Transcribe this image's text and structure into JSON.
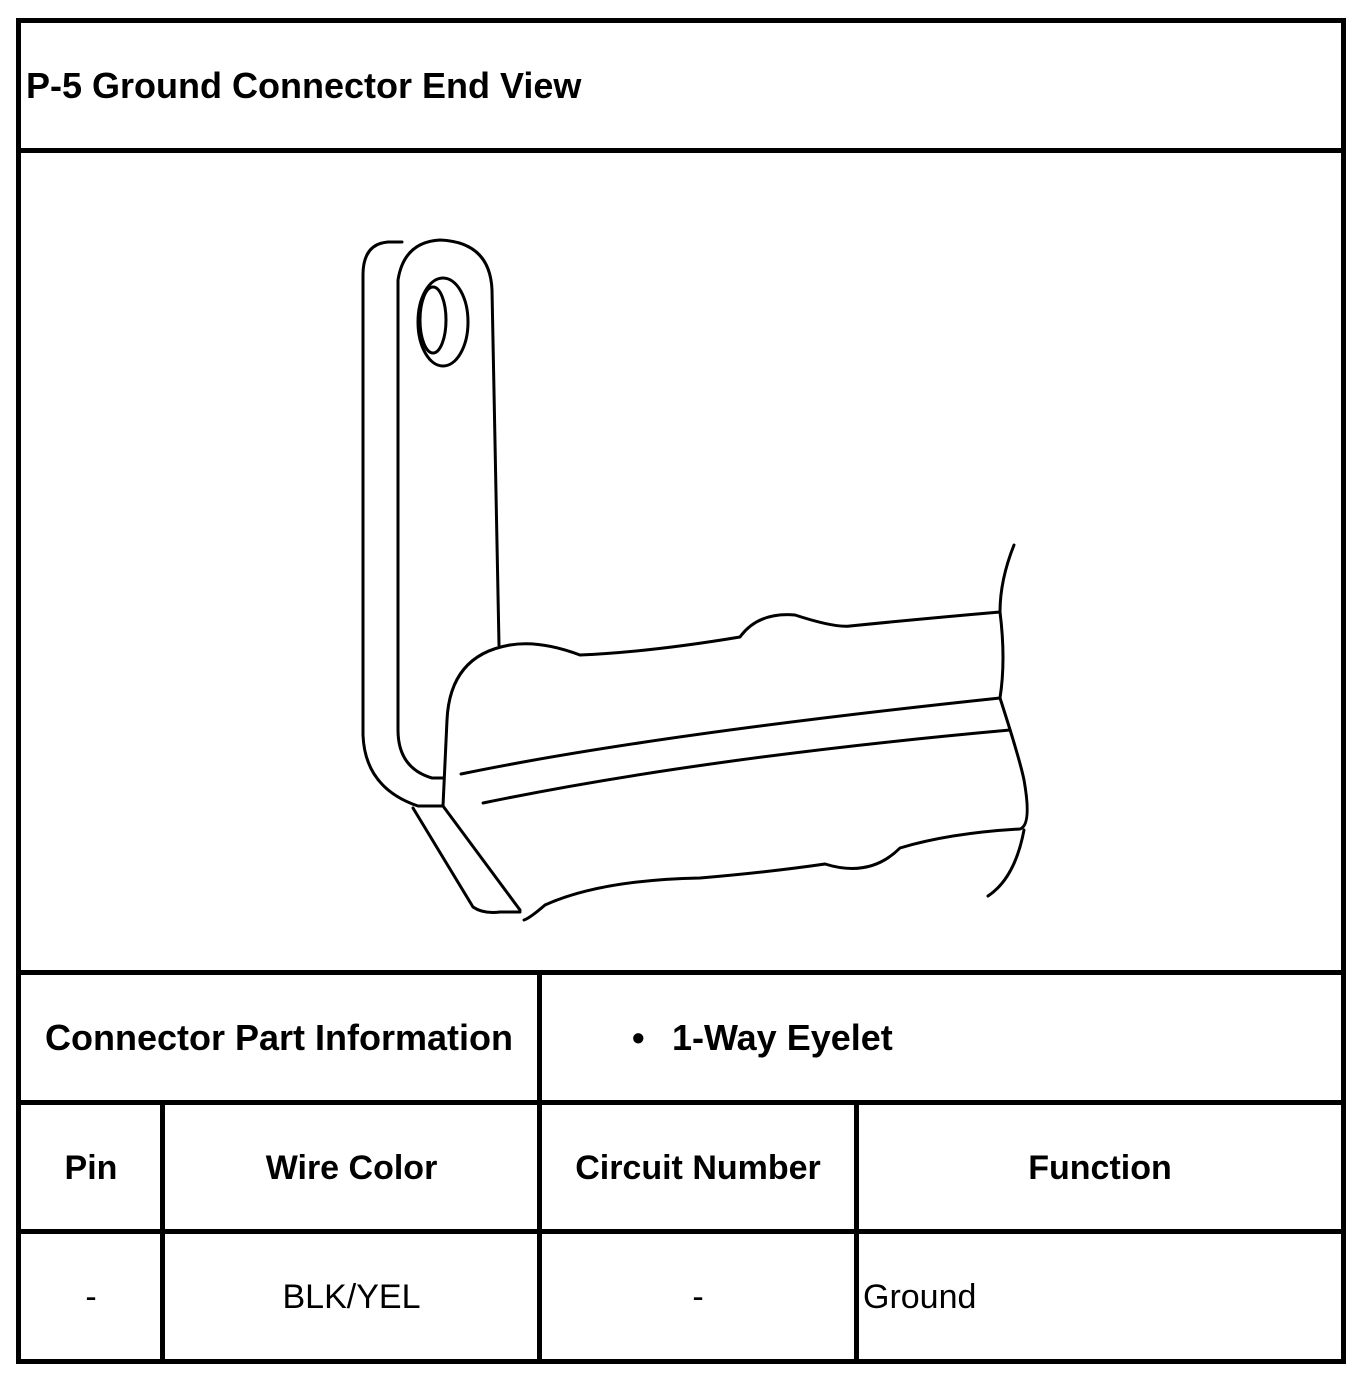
{
  "title": "P-5 Ground Connector End View",
  "connector_info": {
    "label": "Connector Part Information",
    "bullet": "•",
    "value": "1-Way Eyelet"
  },
  "table": {
    "headers": [
      "Pin",
      "Wire Color",
      "Circuit Number",
      "Function"
    ],
    "rows": [
      [
        "-",
        "BLK/YEL",
        "-",
        "Ground"
      ]
    ]
  }
}
